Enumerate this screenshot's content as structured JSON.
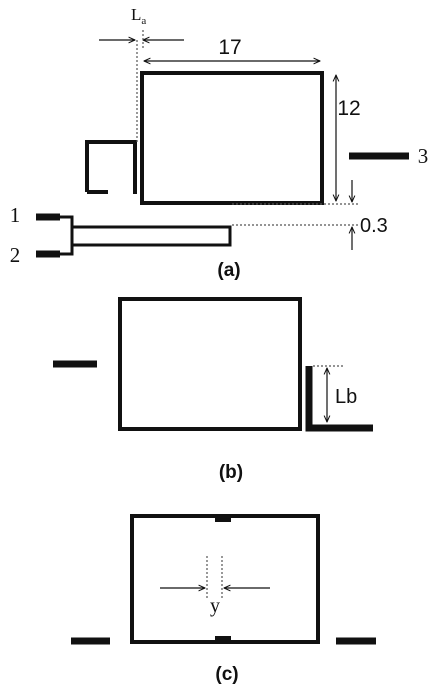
{
  "panel_a": {
    "caption": "(a)",
    "dim_la_main": "L",
    "dim_la_sub": "a",
    "dim_width": "17",
    "dim_height": "12",
    "dim_gap": "0.3",
    "port1": "1",
    "port2": "2",
    "port3": "3"
  },
  "panel_b": {
    "caption": "(b)",
    "dim_lb": "Lb"
  },
  "panel_c": {
    "caption": "(c)",
    "dim_y": "y"
  },
  "colors": {
    "stroke": "#111111",
    "dashed": "#555555"
  }
}
